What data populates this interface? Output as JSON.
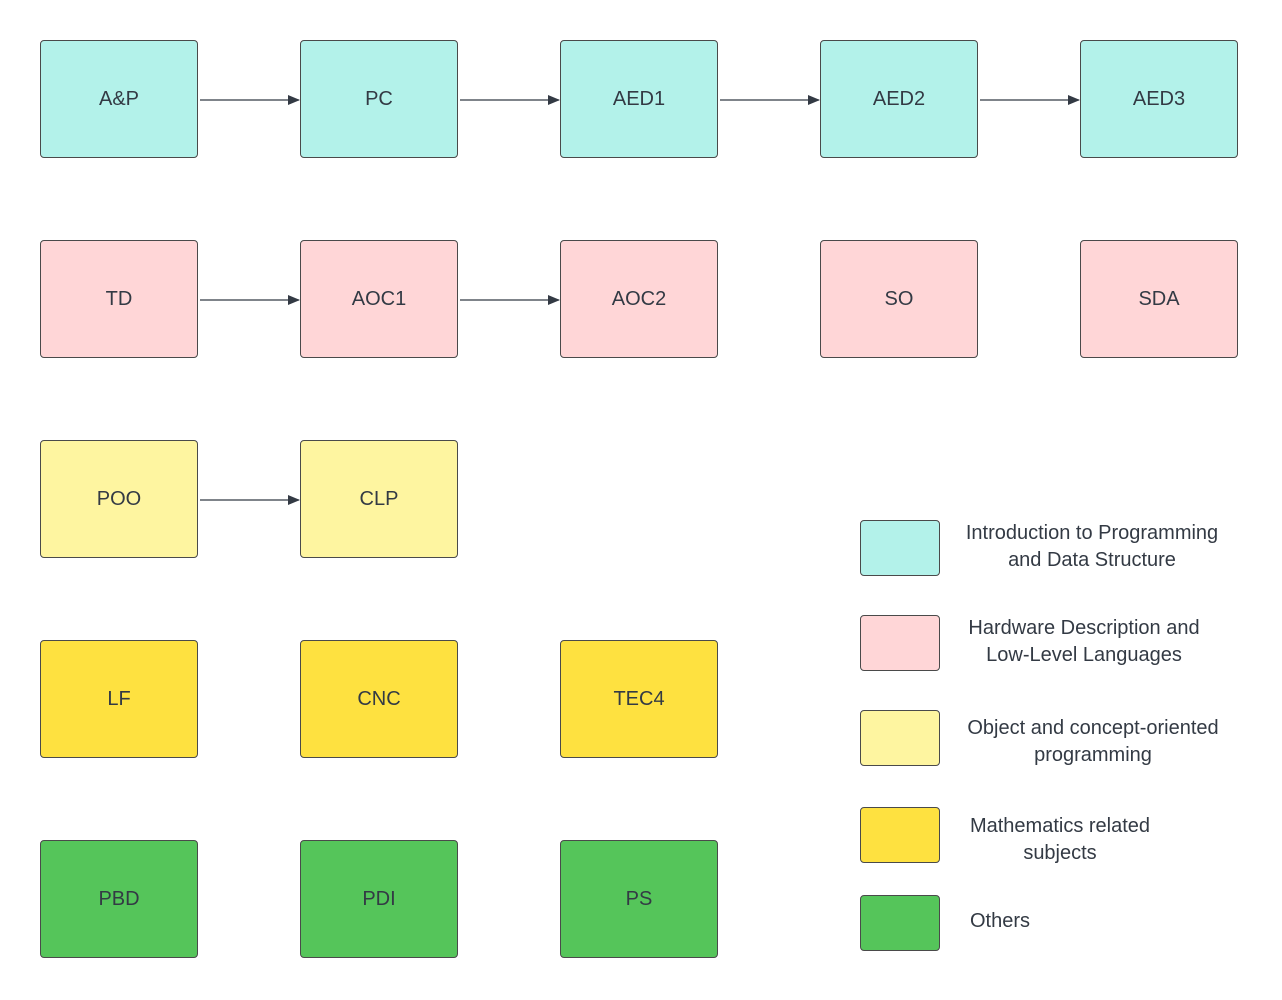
{
  "colors": {
    "intro": "#b3f2ea",
    "hardware": "#ffd6d7",
    "oop": "#fef5a0",
    "math": "#fee140",
    "others": "#55c55a",
    "stroke": "#4a4a4a",
    "arrow": "#333a44"
  },
  "nodes": {
    "ap": {
      "label": "A&P",
      "category": "intro"
    },
    "pc": {
      "label": "PC",
      "category": "intro"
    },
    "aed1": {
      "label": "AED1",
      "category": "intro"
    },
    "aed2": {
      "label": "AED2",
      "category": "intro"
    },
    "aed3": {
      "label": "AED3",
      "category": "intro"
    },
    "td": {
      "label": "TD",
      "category": "hardware"
    },
    "aoc1": {
      "label": "AOC1",
      "category": "hardware"
    },
    "aoc2": {
      "label": "AOC2",
      "category": "hardware"
    },
    "so": {
      "label": "SO",
      "category": "hardware"
    },
    "sda": {
      "label": "SDA",
      "category": "hardware"
    },
    "poo": {
      "label": "POO",
      "category": "oop"
    },
    "clp": {
      "label": "CLP",
      "category": "oop"
    },
    "lf": {
      "label": "LF",
      "category": "math"
    },
    "cnc": {
      "label": "CNC",
      "category": "math"
    },
    "tec4": {
      "label": "TEC4",
      "category": "math"
    },
    "pbd": {
      "label": "PBD",
      "category": "others"
    },
    "pdi": {
      "label": "PDI",
      "category": "others"
    },
    "ps": {
      "label": "PS",
      "category": "others"
    }
  },
  "edges": [
    {
      "from": "ap",
      "to": "pc"
    },
    {
      "from": "pc",
      "to": "aed1"
    },
    {
      "from": "aed1",
      "to": "aed2"
    },
    {
      "from": "aed2",
      "to": "aed3"
    },
    {
      "from": "td",
      "to": "aoc1"
    },
    {
      "from": "aoc1",
      "to": "aoc2"
    },
    {
      "from": "poo",
      "to": "clp"
    }
  ],
  "legend": {
    "intro": "Introduction to Programming\nand Data Structure",
    "hardware": "Hardware Description and\nLow-Level Languages",
    "oop": "Object and concept-oriented\nprogramming",
    "math": "Mathematics related\nsubjects",
    "others": "Others"
  }
}
